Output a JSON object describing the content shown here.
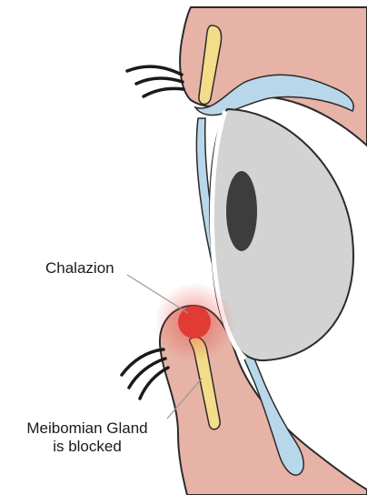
{
  "labels": {
    "chalazion": "Chalazion",
    "gland_line1": "Meibomian Gland",
    "gland_line2": "is blocked"
  },
  "colors": {
    "skin": "#e7b3a6",
    "skin_outline": "#2b2b2b",
    "gland": "#f3dc8a",
    "tear_film": "#b9d7ea",
    "eyeball": "#d3d3d3",
    "pupil": "#3d3d3d",
    "chalazion_red": "#e23b34",
    "eyelash": "#1a1a1a"
  }
}
